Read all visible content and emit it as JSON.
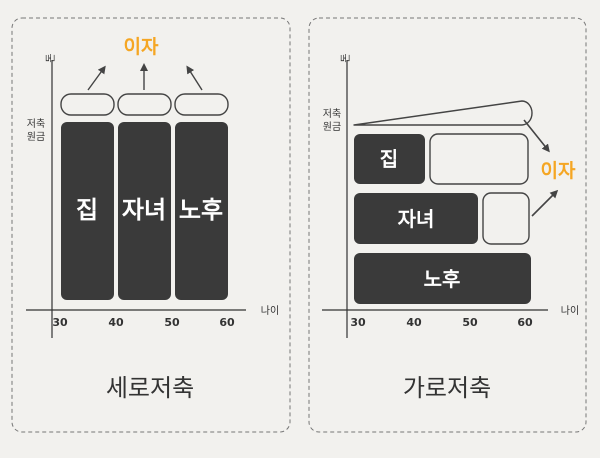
{
  "colors": {
    "bar": "#3a3a3a",
    "interest": "#f5a623",
    "outline": "#444444",
    "panel_border": "#777777"
  },
  "left_panel": {
    "title": "세로저축",
    "y_axis_label": "돈",
    "principal_label_line1": "저축",
    "principal_label_line2": "원금",
    "x_axis_label": "나이",
    "ticks": [
      "30",
      "40",
      "50",
      "60"
    ],
    "interest_label": "이자",
    "bars": [
      "집",
      "자녀",
      "노후"
    ]
  },
  "right_panel": {
    "title": "가로저축",
    "y_axis_label": "돈",
    "principal_label_line1": "저축",
    "principal_label_line2": "원금",
    "x_axis_label": "나이",
    "ticks": [
      "30",
      "40",
      "50",
      "60"
    ],
    "interest_label": "이자",
    "bars": [
      "집",
      "자녀",
      "노후"
    ]
  }
}
